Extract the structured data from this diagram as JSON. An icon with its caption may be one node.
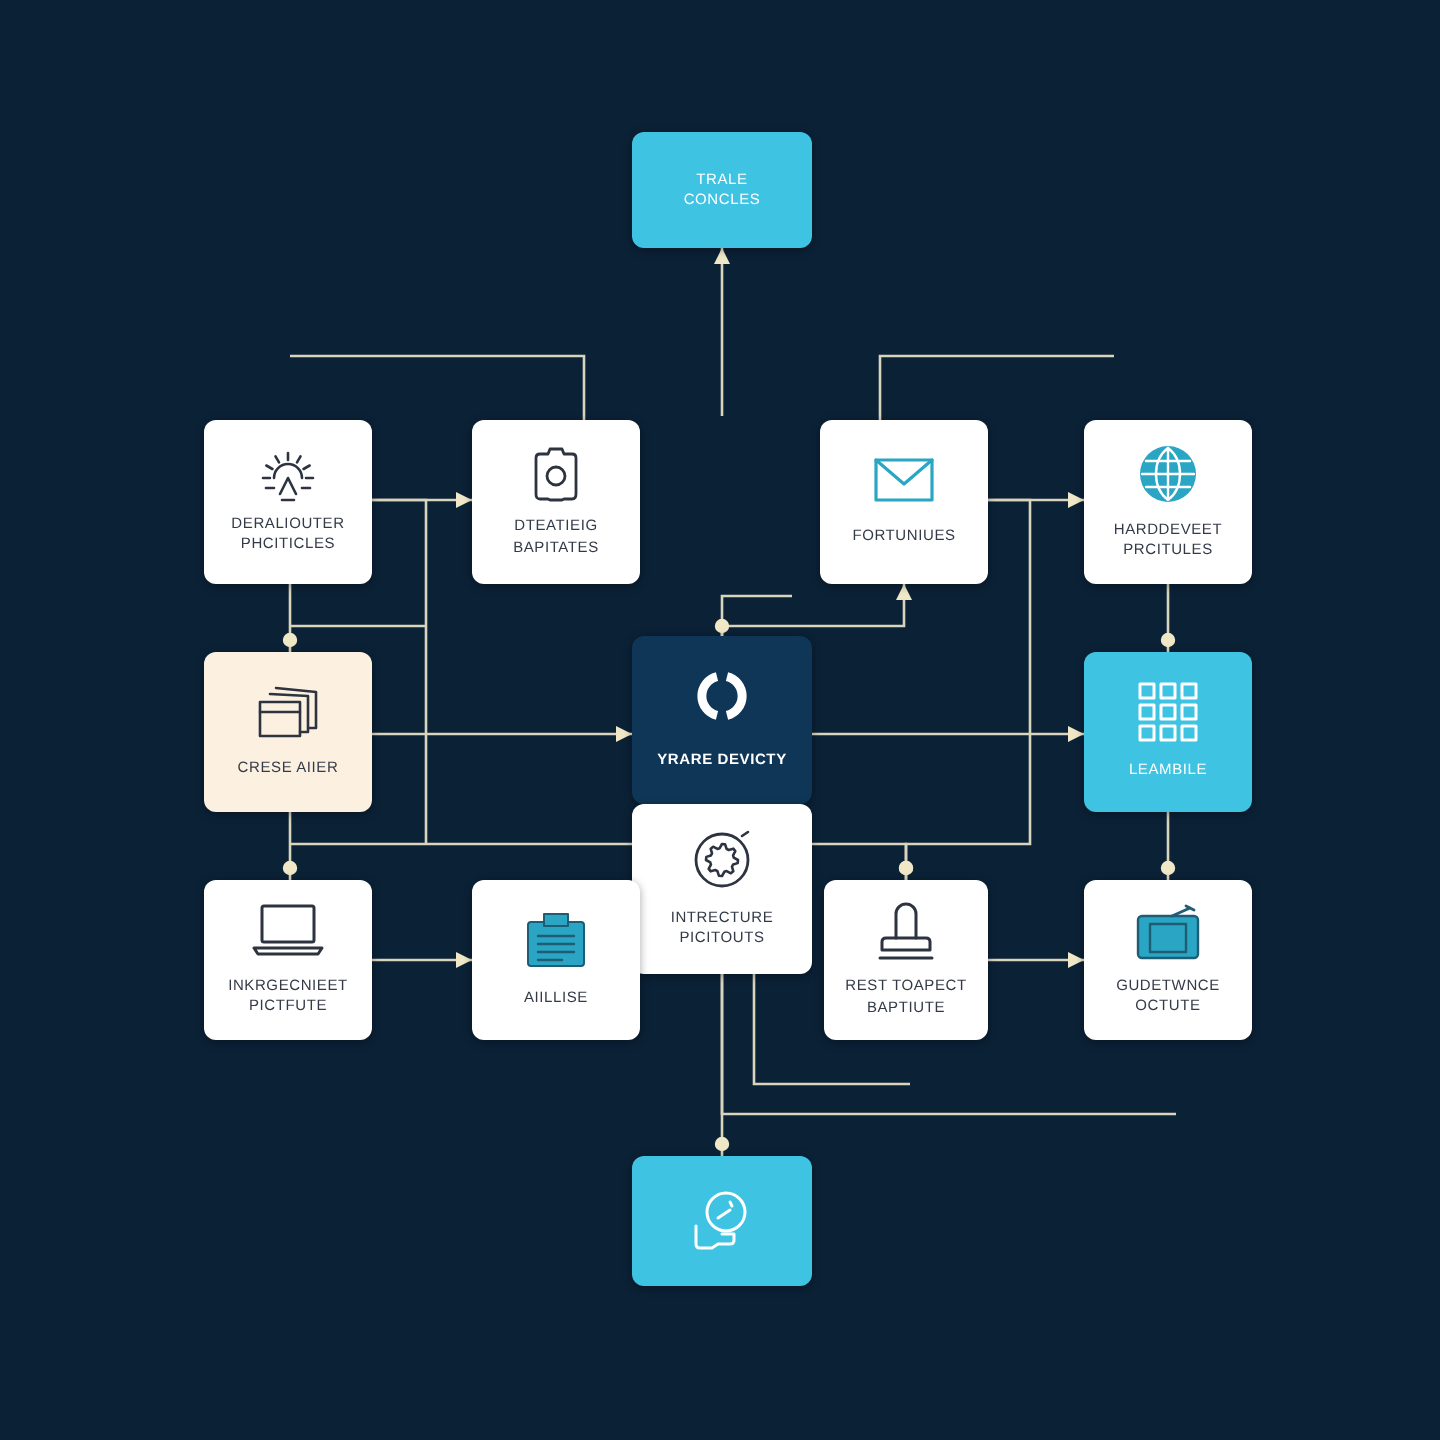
{
  "diagram": {
    "nodes": [
      {
        "text": [
          "TRALE CONCLES"
        ]
      },
      {
        "text": [
          "DERALIOUTER PHCITICLES"
        ]
      },
      {
        "text": [
          "DTEATIEIG BAPITATES"
        ]
      },
      {
        "text": [
          "FORTUNIUES"
        ]
      },
      {
        "text": [
          "HARDDEVEET PRCITULES"
        ]
      },
      {
        "text": [
          "CRESE AIIER"
        ]
      },
      {
        "text": [
          "YRARE DEVICTY"
        ]
      },
      {
        "text": [
          "LEAMBILE"
        ]
      },
      {
        "text": [
          "INTRECTURE PICITOUTS"
        ]
      },
      {
        "text": [
          "INKRGECNIEET PICTFUTE"
        ]
      },
      {
        "text": [
          "AIILLISE"
        ]
      },
      {
        "text": [
          "REST TOAPECT BAPTIUTE"
        ]
      },
      {
        "text": [
          "GUDETWNCE OCTUTE"
        ]
      },
      {
        "text": [],
        "shape": "box"
      }
    ],
    "edges": [
      {
        "from": null,
        "to": 0,
        "arrow": "to"
      },
      {
        "from": null,
        "to": 2,
        "arrow": "none"
      },
      {
        "from": 3,
        "to": null,
        "arrow": "none"
      },
      {
        "from": 1,
        "to": 2,
        "arrow": "to"
      },
      {
        "from": 3,
        "to": 4,
        "arrow": "to"
      },
      {
        "from": 6,
        "to": 3,
        "arrow": "to"
      },
      {
        "from": 1,
        "to": 5,
        "arrow": "other"
      },
      {
        "from": 4,
        "to": 7,
        "arrow": "other"
      },
      {
        "from": 5,
        "to": 6,
        "arrow": "to"
      },
      {
        "from": 6,
        "to": 7,
        "arrow": "to"
      },
      {
        "from": 5,
        "to": 9,
        "arrow": "other"
      },
      {
        "from": 1,
        "to": 8,
        "arrow": "none"
      },
      {
        "from": 8,
        "to": 11,
        "arrow": "other"
      },
      {
        "from": 3,
        "to": 11,
        "arrow": "other"
      },
      {
        "from": 7,
        "to": 12,
        "arrow": "other"
      },
      {
        "from": 9,
        "to": 10,
        "arrow": "to"
      },
      {
        "from": 11,
        "to": 12,
        "arrow": "to"
      },
      {
        "from": 8,
        "to": 13,
        "arrow": "other"
      },
      {
        "from": 8,
        "to": null,
        "arrow": "none"
      },
      {
        "from": 8,
        "to": null,
        "arrow": "none"
      },
      {
        "from": 6,
        "to": null,
        "arrow": "none"
      }
    ]
  }
}
